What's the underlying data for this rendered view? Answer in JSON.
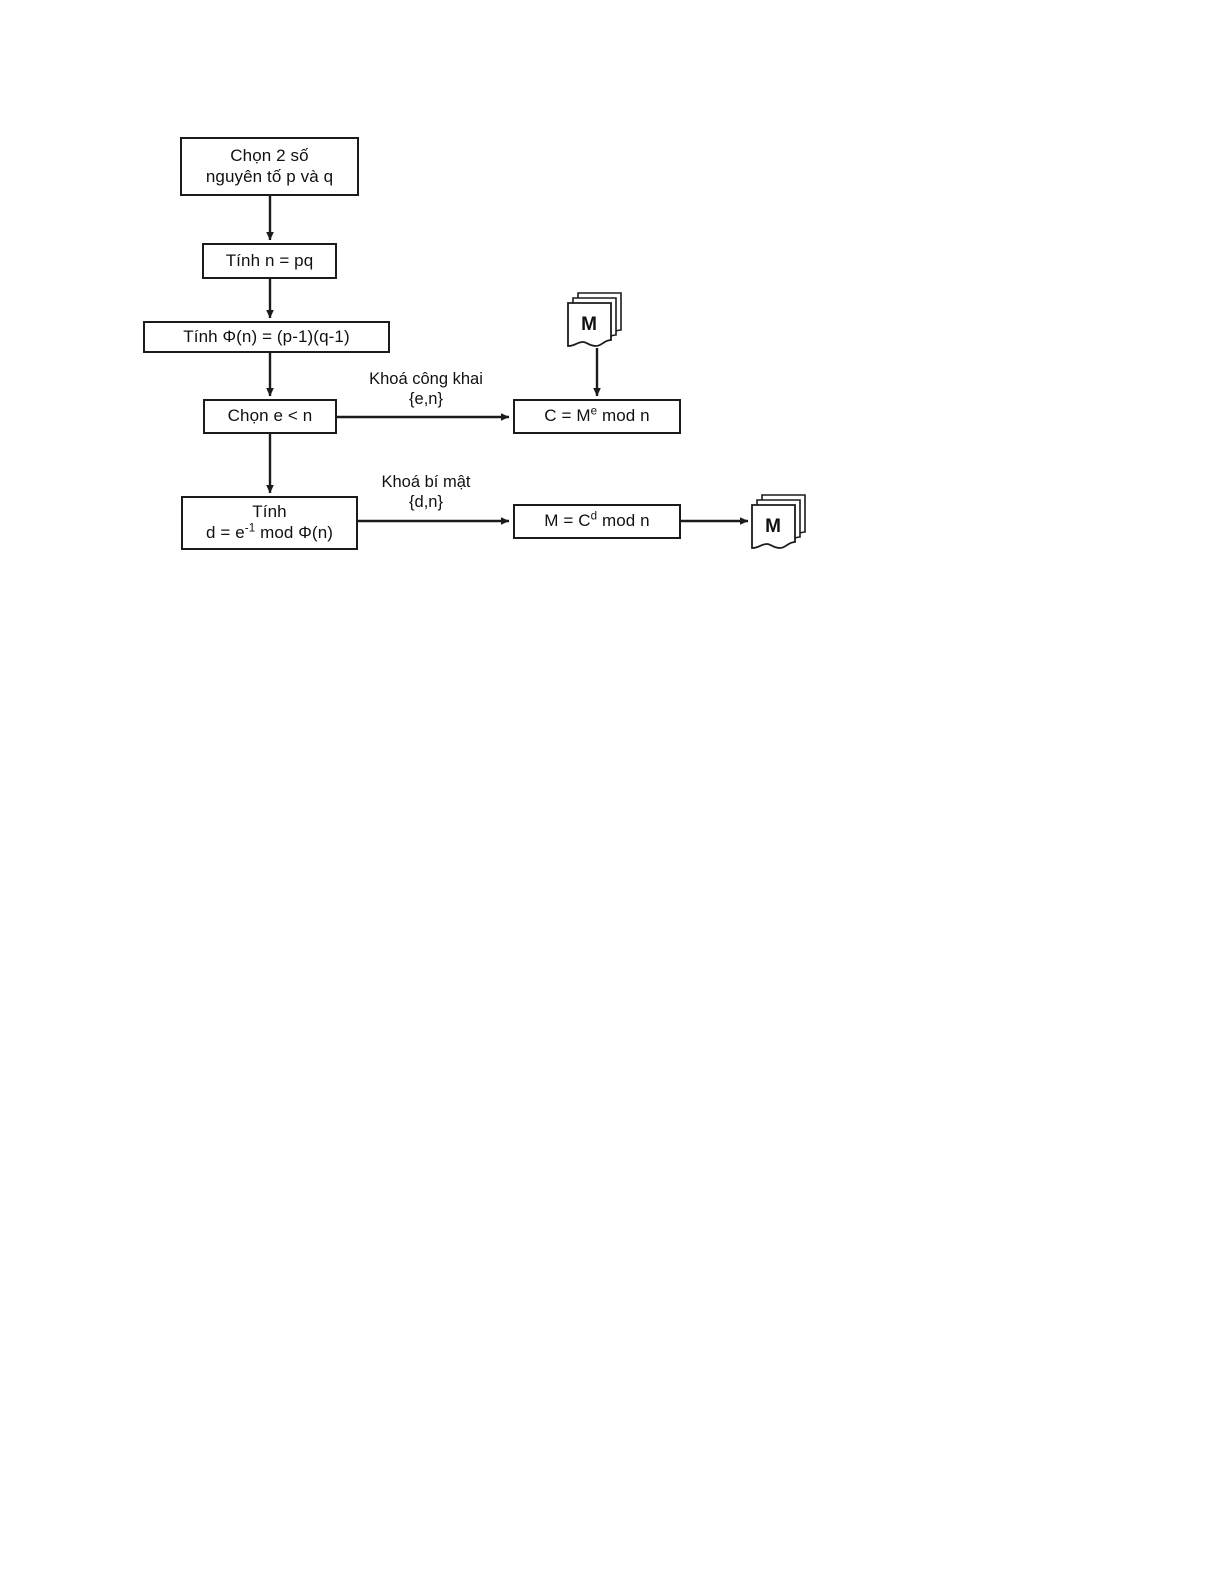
{
  "diagram": {
    "type": "flowchart",
    "title": "RSA key generation, encryption and decryption flowchart",
    "language": "vi",
    "colors": {
      "background": "#ffffff",
      "stroke": "#1b1b1b",
      "text": "#111111",
      "node_fill": "#ffffff"
    },
    "nodes": [
      {
        "id": "choose-primes",
        "shape": "rectangle",
        "lines": [
          "Chọn 2 số",
          "nguyên tố p và q"
        ]
      },
      {
        "id": "compute-n",
        "shape": "rectangle",
        "lines": [
          "Tính n = pq"
        ]
      },
      {
        "id": "compute-phi",
        "shape": "rectangle",
        "lines": [
          "Tính Φ(n) = (p-1)(q-1)"
        ]
      },
      {
        "id": "choose-e",
        "shape": "rectangle",
        "lines": [
          "Chọn e < n"
        ]
      },
      {
        "id": "compute-d",
        "shape": "rectangle",
        "lines": [
          "Tính",
          "d = e -1 mod Φ(n)"
        ],
        "line1_pre": "d = e",
        "line1_sup": "-1",
        "line1_post": " mod Φ(n)"
      },
      {
        "id": "encrypt",
        "shape": "rectangle",
        "pre": "C = M",
        "sup": "e",
        "post": " mod n",
        "plain": "C = Me mod n"
      },
      {
        "id": "decrypt",
        "shape": "rectangle",
        "pre": "M = C",
        "sup": "d",
        "post": " mod n",
        "plain": "M = Cd mod n"
      },
      {
        "id": "plaintext-in",
        "shape": "document-stack",
        "label": "M"
      },
      {
        "id": "plaintext-out",
        "shape": "document-stack",
        "label": "M"
      }
    ],
    "edge_labels": [
      {
        "id": "public-key",
        "lines": [
          "Khoá công khai",
          "{e,n}"
        ]
      },
      {
        "id": "private-key",
        "lines": [
          "Khoá bí mật",
          "{d,n}"
        ]
      }
    ],
    "edges": [
      {
        "from": "choose-primes",
        "to": "compute-n",
        "direction": "down",
        "label": ""
      },
      {
        "from": "compute-n",
        "to": "compute-phi",
        "direction": "down",
        "label": ""
      },
      {
        "from": "compute-phi",
        "to": "choose-e",
        "direction": "down",
        "label": ""
      },
      {
        "from": "choose-e",
        "to": "compute-d",
        "direction": "down",
        "label": ""
      },
      {
        "from": "choose-e",
        "to": "encrypt",
        "direction": "right",
        "label": "Khoá công khai {e,n}"
      },
      {
        "from": "compute-d",
        "to": "decrypt",
        "direction": "right",
        "label": "Khoá bí mật {d,n}"
      },
      {
        "from": "plaintext-in",
        "to": "encrypt",
        "direction": "down",
        "label": ""
      },
      {
        "from": "decrypt",
        "to": "plaintext-out",
        "direction": "right",
        "label": ""
      }
    ]
  }
}
